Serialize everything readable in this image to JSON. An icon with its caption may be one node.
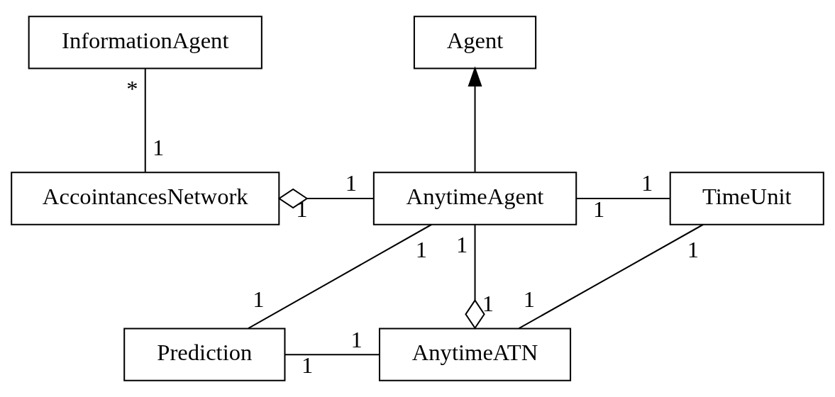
{
  "diagram": {
    "nodes": [
      {
        "text": [
          "InformationAgent"
        ]
      },
      {
        "text": [
          "Agent"
        ]
      },
      {
        "text": [
          "AccointancesNetwork"
        ]
      },
      {
        "text": [
          "AnytimeAgent"
        ]
      },
      {
        "text": [
          "TimeUnit"
        ]
      },
      {
        "text": [
          "Prediction"
        ]
      },
      {
        "text": [
          "AnytimeATN"
        ]
      }
    ],
    "edges": [
      {
        "from": 0,
        "to": 2,
        "arrow": "none"
      },
      {
        "from": 3,
        "to": 1,
        "arrow": "to"
      },
      {
        "from": 2,
        "to": 3,
        "arrow": "other"
      },
      {
        "from": 3,
        "to": 4,
        "arrow": "none"
      },
      {
        "from": 3,
        "to": 5,
        "arrow": "none"
      },
      {
        "from": 6,
        "to": 3,
        "arrow": "other"
      },
      {
        "from": 4,
        "to": 6,
        "arrow": "none"
      },
      {
        "from": 5,
        "to": 6,
        "arrow": "none"
      }
    ],
    "labels": [
      "*",
      "1",
      "1",
      "1",
      "1",
      "1",
      "1",
      "1",
      "1",
      "1",
      "1",
      "1",
      "1",
      "1"
    ]
  }
}
